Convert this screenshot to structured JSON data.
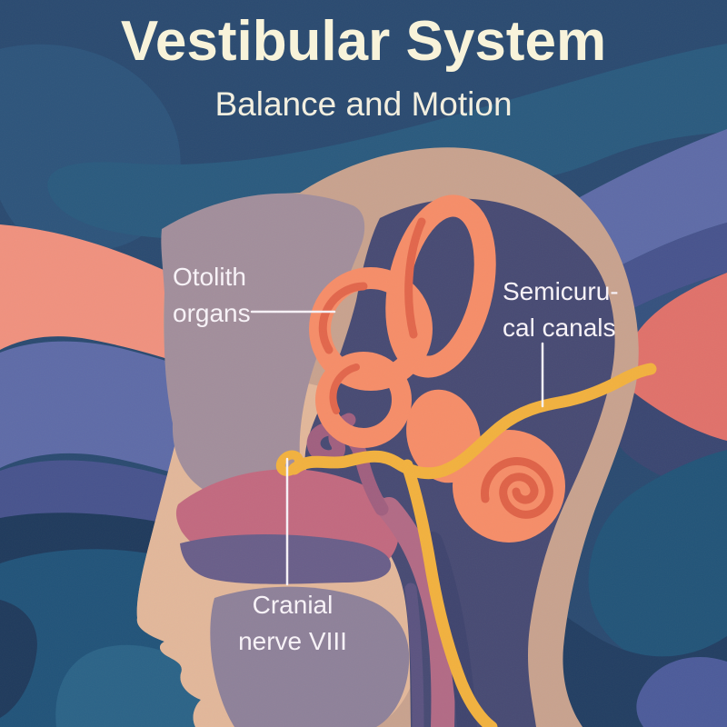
{
  "poster": {
    "title": "Vestibular System",
    "subtitle": "Balance and Motion"
  },
  "labels": {
    "otolith": {
      "line1": "Otolith",
      "line2": "organs"
    },
    "semicircular": {
      "line1": "Semicuru-",
      "line2": "cal canals"
    },
    "cranial": {
      "line1": "Cranial",
      "line2": "nerve VIII"
    }
  },
  "icons": {
    "inner_ear": "semicircular-canals-and-cochlea-illustration",
    "head": "human-head-profile-cross-section"
  },
  "colors": {
    "navy": "#2a4a70",
    "navyDark": "#223e62",
    "navyDeep": "#1f3a5c",
    "blobLight": "#2d547b",
    "teal": "#2a5a7e",
    "tealFace": "#215379",
    "tealLight": "#2b6387",
    "tealRight": "#225478",
    "periLight": "#5e6ba7",
    "periDark": "#47538d",
    "slate": "#35517e",
    "periCorner": "#4c5b9a",
    "coralWave": "#e0716a",
    "salmon": "#f0917e",
    "indigoRight": "#3a4671",
    "skin": "#c8a28e",
    "face": "#e2b79a",
    "mauve": "#a28e9b",
    "cavity": "#474a73",
    "pink": "#c2697f",
    "plum": "#b26a85",
    "purpleLow": "#695e89",
    "jaw": "#8e8199",
    "darkBand": "#5b5380",
    "indigoBand": "#3f446e",
    "canal": "#f68d68",
    "canalShade": "#e2664b",
    "spiral": "#df6247",
    "nerve": "#f2b13e",
    "squiggle": "#a05f7f",
    "labelWhite": "#f7f2f7",
    "cream": "#f8f3da",
    "creamSoft": "#f3efdf"
  }
}
